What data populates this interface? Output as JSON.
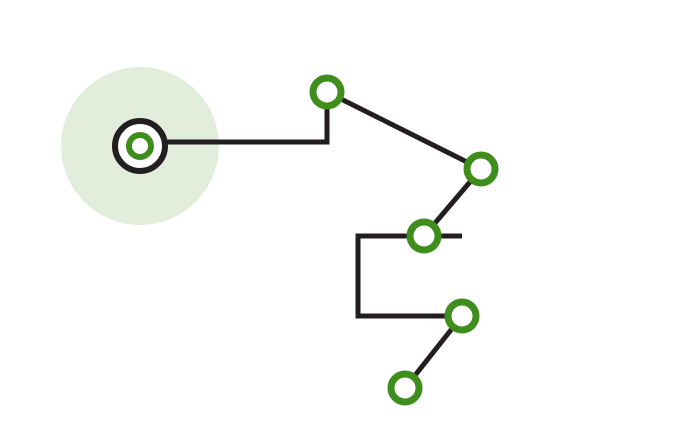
{
  "diagram": {
    "type": "node-path",
    "colors": {
      "background": "#ffffff",
      "line": "#231f20",
      "node_stroke": "#3f8d1c",
      "node_fill": "#ffffff",
      "halo": "#e2eedb",
      "start_ring": "#231f20"
    },
    "nodes": [
      {
        "id": "n1",
        "role": "start",
        "highlighted": true
      },
      {
        "id": "n2",
        "role": "waypoint"
      },
      {
        "id": "n3",
        "role": "waypoint"
      },
      {
        "id": "n4",
        "role": "waypoint"
      },
      {
        "id": "n5",
        "role": "waypoint"
      },
      {
        "id": "n6",
        "role": "end"
      }
    ],
    "edges": [
      {
        "from": "n1",
        "to": "n2",
        "style": "elbow"
      },
      {
        "from": "n2",
        "to": "n3",
        "style": "straight"
      },
      {
        "from": "n3",
        "to": "n4",
        "style": "straight"
      },
      {
        "from": "n4",
        "to": "n5",
        "style": "bracket"
      },
      {
        "from": "n5",
        "to": "n6",
        "style": "straight"
      }
    ]
  }
}
